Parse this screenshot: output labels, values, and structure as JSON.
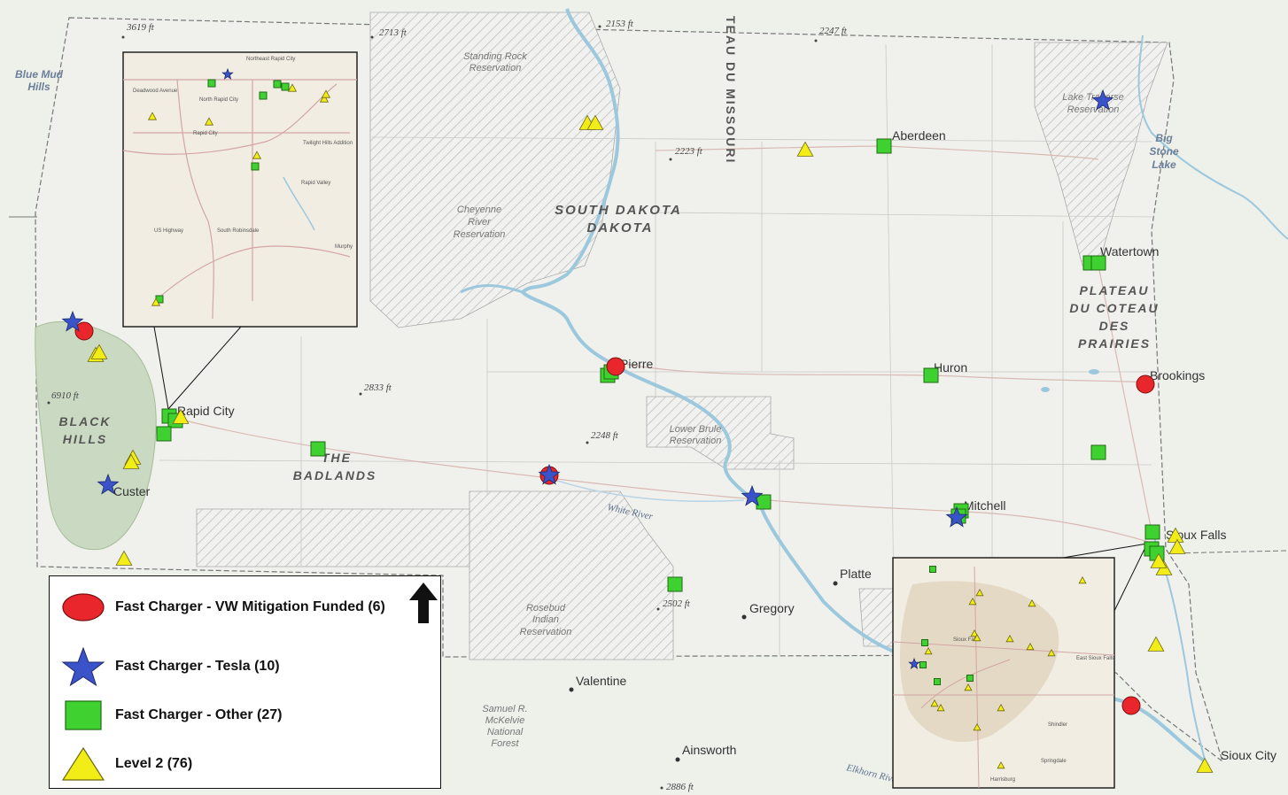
{
  "legend": {
    "items": [
      {
        "label": "Fast Charger - VW Mitigation Funded (6)",
        "color": "#e8262b",
        "icon": "red-circle-icon"
      },
      {
        "label": "Fast Charger - Tesla (10)",
        "color": "#3a53c9",
        "icon": "blue-star-icon"
      },
      {
        "label": "Fast Charger - Other (27)",
        "color": "#3fd12f",
        "icon": "green-square-icon"
      },
      {
        "label": "Level 2 (76)",
        "color": "#f2ec17",
        "icon": "yellow-triangle-icon"
      }
    ]
  },
  "north_arrow": "north-arrow-icon",
  "regions": {
    "state": "SOUTH DAKOTA",
    "coteau_du_missouri": "TEAU DU MISSOURI",
    "plateau": [
      "PLATEAU",
      "DU COTEAU",
      "DES",
      "PRAIRIES"
    ],
    "black_hills": [
      "BLACK",
      "HILLS"
    ],
    "badlands": [
      "THE",
      "BADLANDS"
    ],
    "blue_mud_hills": [
      "Blue Mud",
      "Hills"
    ],
    "big_stone_lake": [
      "Big",
      "Stone",
      "Lake"
    ]
  },
  "reservations": {
    "standing_rock": [
      "Standing Rock",
      "Reservation"
    ],
    "cheyenne_river": [
      "Cheyenne",
      "River",
      "Reservation"
    ],
    "lower_brule": [
      "Lower Brule",
      "Reservation"
    ],
    "rosebud": [
      "Rosebud",
      "Indian",
      "Reservation"
    ],
    "lake_traverse": [
      "Lake Traverse",
      "Reservation"
    ],
    "samuel_mckelvie": [
      "Samuel R.",
      "McKelvie",
      "National",
      "Forest"
    ]
  },
  "cities": {
    "aberdeen": "Aberdeen",
    "watertown": "Watertown",
    "pierre": "Pierre",
    "huron": "Huron",
    "brookings": "Brookings",
    "rapid_city": "Rapid City",
    "custer": "Custer",
    "mitchell": "Mitchell",
    "sioux_falls": "Sioux Falls",
    "platte": "Platte",
    "gregory": "Gregory",
    "valentine": "Valentine",
    "ainsworth": "Ainsworth",
    "sioux_city": "Sioux City"
  },
  "rivers": {
    "white_river": "White River",
    "elkhorn_river": "Elkhorn River"
  },
  "elevations": {
    "e3619": "3619 ft",
    "e2713": "2713 ft",
    "e2153": "2153 ft",
    "e2247": "2247 ft",
    "e2223": "2223 ft",
    "e2833": "2833 ft",
    "e6910": "6910 ft",
    "e2248": "2248 ft",
    "e2502": "2502 ft",
    "e2886": "2886 ft"
  },
  "inset_rapid_city": {
    "labels": [
      "Northeast Rapid City",
      "Deadwood Avenue",
      "North Rapid City",
      "Rapid City",
      "Twilight Hills Addition",
      "Rapid Valley",
      "US Highway",
      "South Robinsdale",
      "Murphy"
    ]
  },
  "inset_sioux_falls": {
    "labels": [
      "Sioux Falls",
      "East Sioux Falls",
      "Harrisburg",
      "Springdale",
      "Shindler"
    ]
  }
}
